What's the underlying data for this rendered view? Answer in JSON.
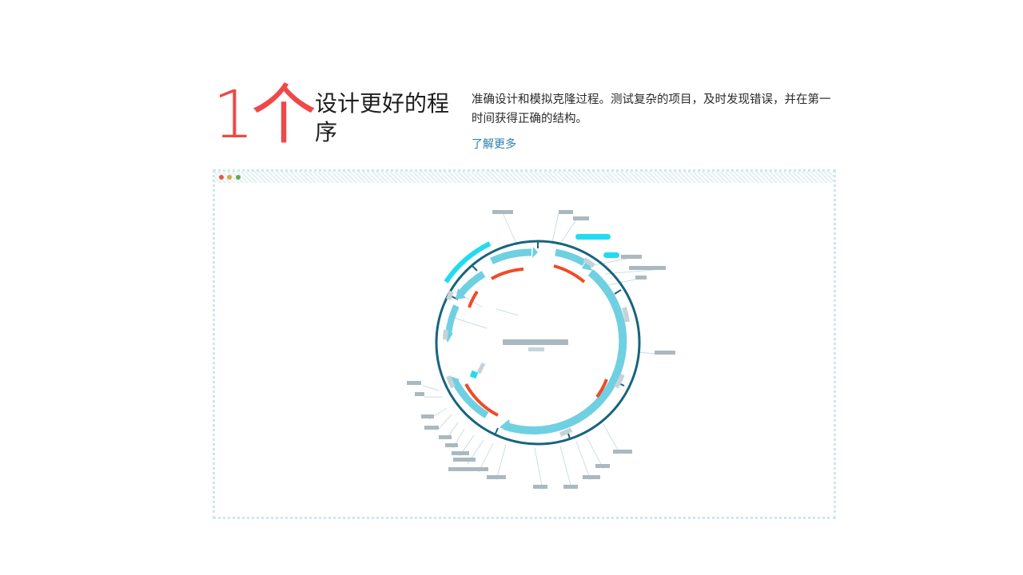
{
  "hero": {
    "number": "1个",
    "title": "设计更好的程序",
    "description": "准确设计和模拟克隆过程。测试复杂的项目，及时发现错误，并在第一时间获得正确的结构。",
    "learn_more": "了解更多"
  },
  "window": {
    "traffic_lights": [
      "close-dot",
      "minimize-dot",
      "zoom-dot"
    ]
  },
  "colors": {
    "accent_red": "#f04848",
    "link_blue": "#2a7fb0",
    "plasmid_backbone": "#16647f",
    "feature_light_blue": "#6fd0e2",
    "feature_cyan": "#22dbf0",
    "feature_orange_red": "#f04a28",
    "label_placeholder": "#aab9c0"
  }
}
